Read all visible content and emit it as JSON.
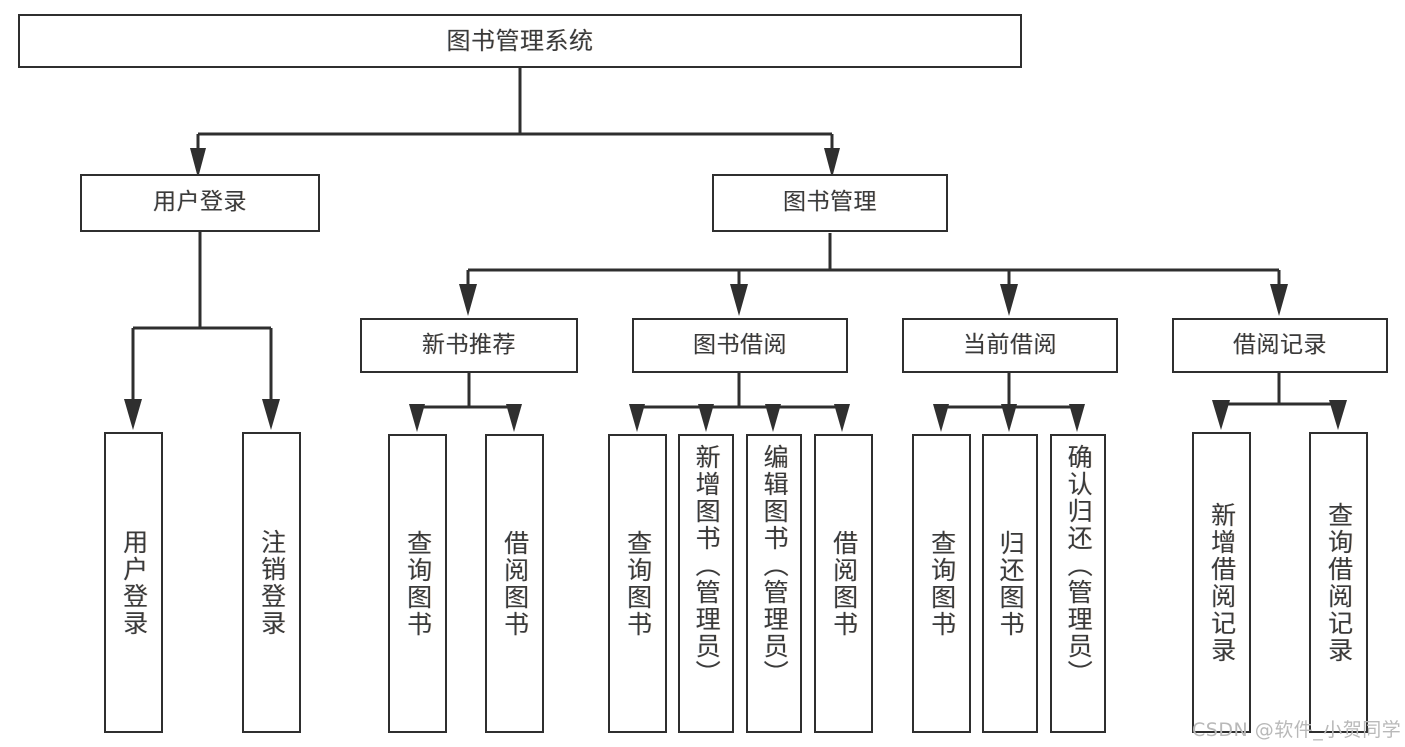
{
  "diagram": {
    "type": "tree-hierarchy",
    "title": "图书管理系统",
    "orientation": "top-down",
    "colors": {
      "background": "#ffffff",
      "box_border": "#2f2f2f",
      "box_fill": "#ffffff",
      "text": "#3a3a3a",
      "connector": "#2f2f2f",
      "watermark": "#b9b9b9"
    },
    "root": {
      "label": "图书管理系统"
    },
    "level2": [
      {
        "label": "用户登录"
      },
      {
        "label": "图书管理"
      }
    ],
    "level3": [
      {
        "label": "新书推荐"
      },
      {
        "label": "图书借阅"
      },
      {
        "label": "当前借阅"
      },
      {
        "label": "借阅记录"
      }
    ],
    "leaves": {
      "user_login": [
        {
          "label": "用户登录"
        },
        {
          "label": "注销登录"
        }
      ],
      "new_book_recommend": [
        {
          "label": "查询图书"
        },
        {
          "label": "借阅图书"
        }
      ],
      "book_borrow": [
        {
          "label": "查询图书"
        },
        {
          "label": "新增图书（管理员）"
        },
        {
          "label": "编辑图书（管理员）"
        },
        {
          "label": "借阅图书"
        }
      ],
      "current_borrow": [
        {
          "label": "查询图书"
        },
        {
          "label": "归还图书"
        },
        {
          "label": "确认归还（管理员）"
        }
      ],
      "borrow_records": [
        {
          "label": "新增借阅记录"
        },
        {
          "label": "查询借阅记录"
        }
      ]
    }
  },
  "watermark": {
    "text": "CSDN @软件_小贺同学"
  }
}
